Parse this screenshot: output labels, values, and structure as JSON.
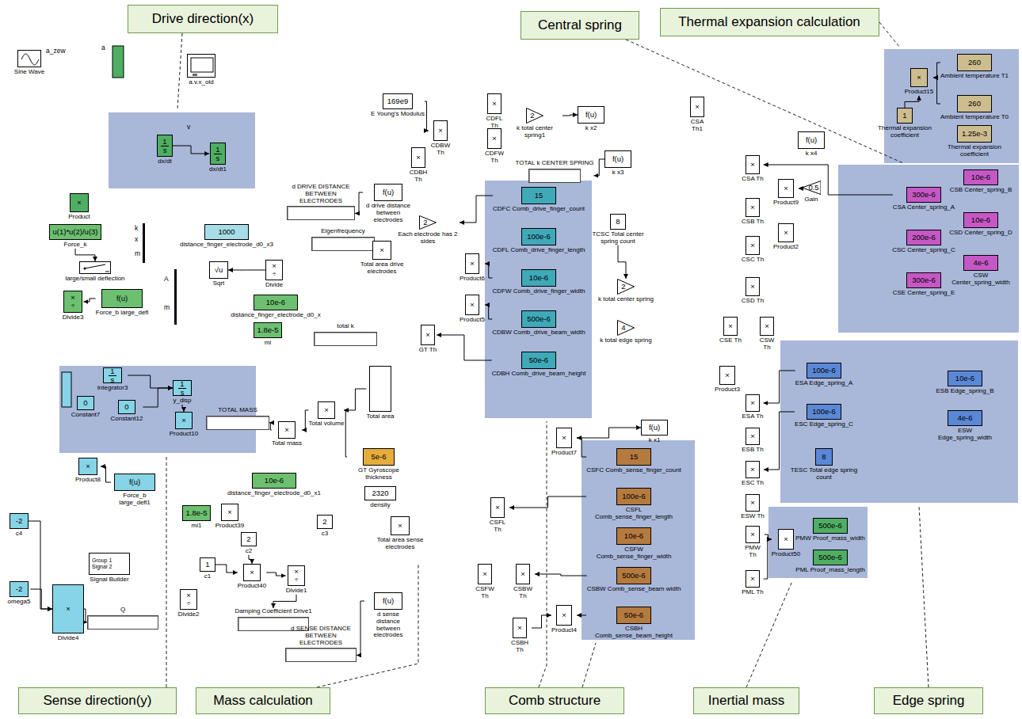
{
  "diagram": {
    "nodes": [
      {
        "text": [
          "Drive direction(x)"
        ]
      },
      {
        "text": [
          "Central spring"
        ]
      },
      {
        "text": [
          "Thermal expansion calculation"
        ]
      },
      {
        "text": [
          "Sine Wave"
        ]
      },
      {
        "text": [
          "a.v.x_old"
        ]
      },
      {
        "text": [
          "1",
          "s",
          "dx/dt"
        ]
      },
      {
        "text": [
          "1",
          "s",
          "dx/dt1"
        ]
      },
      {
        "text": [
          "×",
          "Product"
        ]
      },
      {
        "text": [
          "u(1)*u(2)/u(3)",
          "Force_k"
        ]
      },
      {
        "text": [
          "1000",
          "distance_finger_electrode_d0_x3"
        ]
      },
      {
        "text": [
          "large/small deflection"
        ]
      },
      {
        "text": [
          "f(u)",
          "Force_b large_defl"
        ]
      },
      {
        "text": [
          "×",
          "÷",
          "Divide3"
        ]
      },
      {
        "text": [
          "10e-6",
          "distance_finger_electrode_d0_x"
        ]
      },
      {
        "text": [
          "1.8e-5",
          "mi"
        ]
      },
      {
        "text": [
          "1",
          "s",
          "Integrator3"
        ]
      },
      {
        "text": [
          "0",
          "Constant7"
        ]
      },
      {
        "text": [
          "0",
          "Constant12"
        ]
      },
      {
        "text": [
          "1",
          "s",
          "y_disp"
        ]
      },
      {
        "text": [
          "×",
          "Product10"
        ]
      },
      {
        "text": [
          "TOTAL MASS"
        ]
      },
      {
        "text": [
          "×",
          "Total mass"
        ]
      },
      {
        "text": [
          "×",
          "Total volume"
        ]
      },
      {
        "text": [
          "Total area"
        ]
      },
      {
        "text": [
          "5e-6",
          "GT Gyroscope thickness"
        ]
      },
      {
        "text": [
          "2320",
          "density"
        ]
      },
      {
        "text": [
          "×",
          "Product8"
        ]
      },
      {
        "text": [
          "f(u)",
          "Force_b large_defl1"
        ]
      },
      {
        "text": [
          "10e-6",
          "distance_finger_electrode_d0_x1"
        ]
      },
      {
        "text": [
          "1.8e-5",
          "mi1"
        ]
      },
      {
        "text": [
          "×",
          "Product39"
        ]
      },
      {
        "text": [
          "2",
          "c3"
        ]
      },
      {
        "text": [
          "×",
          "Total area sense electrodes"
        ]
      },
      {
        "text": [
          "-2",
          "c4"
        ]
      },
      {
        "text": [
          "Group 1",
          "Signal 2",
          "Signal Builder"
        ]
      },
      {
        "text": [
          "2",
          "c2"
        ]
      },
      {
        "text": [
          "1",
          "c1"
        ]
      },
      {
        "text": [
          "×",
          "Product40"
        ]
      },
      {
        "text": [
          "×",
          "÷",
          "Divide1"
        ]
      },
      {
        "text": [
          "×",
          "÷",
          "Divide2"
        ]
      },
      {
        "text": [
          "-2",
          "omega5"
        ]
      },
      {
        "text": [
          "×",
          "Divide4"
        ]
      },
      {
        "text": [
          "Q"
        ]
      },
      {
        "text": [
          "Damping Coefficient Drive1"
        ]
      },
      {
        "text": [
          "f(u)",
          "d sense distance between electrodes"
        ]
      },
      {
        "text": [
          "d SENSE DISTANCE BETWEEN ELECTRODES"
        ]
      },
      {
        "text": [
          "total k"
        ]
      },
      {
        "text": [
          "√u",
          "Sqrt"
        ]
      },
      {
        "text": [
          "×",
          "÷",
          "Divide"
        ]
      },
      {
        "text": [
          "Eigenfrequency"
        ]
      },
      {
        "text": [
          "×",
          "Total area drive electrodes"
        ]
      },
      {
        "text": [
          "d DRIVE DISTANCE BETWEEN ELECTRODES"
        ]
      },
      {
        "text": [
          "f(u)",
          "d drive distance between electrodes"
        ]
      },
      {
        "text": [
          "2",
          "Each electrode has 2 sides"
        ]
      },
      {
        "text": [
          "169e9",
          "E Young's Modulus"
        ]
      },
      {
        "text": [
          "×",
          "CDBW Th"
        ]
      },
      {
        "text": [
          "×",
          "CDBH Th"
        ]
      },
      {
        "text": [
          "×",
          "CDFL Th"
        ]
      },
      {
        "text": [
          "×",
          "CDFW Th"
        ]
      },
      {
        "text": [
          "TOTAL k CENTER SPRING"
        ]
      },
      {
        "text": [
          "2",
          "k total center spring1"
        ]
      },
      {
        "text": [
          "f(u)",
          "k x2"
        ]
      },
      {
        "text": [
          "f(u)",
          "k x3"
        ]
      },
      {
        "text": [
          "8",
          "TCSC Total center spring count"
        ]
      },
      {
        "text": [
          "×",
          "CSA Th1"
        ]
      },
      {
        "text": [
          "f(u)",
          "k x4"
        ]
      },
      {
        "text": [
          "15",
          "CDFC Comb_drive_finger_count"
        ]
      },
      {
        "text": [
          "100e-6",
          "CDFL Comb_drive_finger_length"
        ]
      },
      {
        "text": [
          "10e-6",
          "CDFW Comb_drive_finger_width"
        ]
      },
      {
        "text": [
          "500e-6",
          "CDBW Comb_drive_beam_width"
        ]
      },
      {
        "text": [
          "50e-6",
          "CDBH Comb_drive_beam_height"
        ]
      },
      {
        "text": [
          "×",
          "Product6"
        ]
      },
      {
        "text": [
          "×",
          "Product5"
        ]
      },
      {
        "text": [
          "×",
          "GT Th"
        ]
      },
      {
        "text": [
          "2",
          "k total center spring"
        ]
      },
      {
        "text": [
          "4",
          "k total edge spring"
        ]
      },
      {
        "text": [
          "×",
          "Product15"
        ]
      },
      {
        "text": [
          "260",
          "Ambient temperature T1"
        ]
      },
      {
        "text": [
          "260",
          "Ambient temperature T0"
        ]
      },
      {
        "text": [
          "1",
          "Thermal expansion coefficient"
        ]
      },
      {
        "text": [
          "1.25e-3",
          "Thermal expansion coefficient"
        ]
      },
      {
        "text": [
          "300e-6",
          "CSA Center_spring_A"
        ]
      },
      {
        "text": [
          "10e-6",
          "CSB Center_spring_B"
        ]
      },
      {
        "text": [
          "200e-6",
          "CSC Center_spring_C"
        ]
      },
      {
        "text": [
          "10e-6",
          "CSD Center_spring_D"
        ]
      },
      {
        "text": [
          "300e-6",
          "CSE Center_spring_E"
        ]
      },
      {
        "text": [
          "4e-6",
          "CSW Center_spring_width"
        ]
      },
      {
        "text": [
          "0.5",
          "Gain"
        ]
      },
      {
        "text": [
          "×",
          "Product9"
        ]
      },
      {
        "text": [
          "×",
          "Product2"
        ]
      },
      {
        "text": [
          "×",
          "CSA Th"
        ]
      },
      {
        "text": [
          "×",
          "CSB Th"
        ]
      },
      {
        "text": [
          "×",
          "CSC Th"
        ]
      },
      {
        "text": [
          "×",
          "CSD Th"
        ]
      },
      {
        "text": [
          "×",
          "CSE Th"
        ]
      },
      {
        "text": [
          "×",
          "CSW Th"
        ]
      },
      {
        "text": [
          "100e-6",
          "ESA Edge_spring_A"
        ]
      },
      {
        "text": [
          "10e-6",
          "ESB Edge_spring_B"
        ]
      },
      {
        "text": [
          "100e-6",
          "ESC Edge_spring_C"
        ]
      },
      {
        "text": [
          "4e-6",
          "ESW Edge_spring_width"
        ]
      },
      {
        "text": [
          "8",
          "TESC Total edge spring count"
        ]
      },
      {
        "text": [
          "×",
          "Product3"
        ]
      },
      {
        "text": [
          "×",
          "ESA Th"
        ]
      },
      {
        "text": [
          "×",
          "ESB Th"
        ]
      },
      {
        "text": [
          "×",
          "ESC Th"
        ]
      },
      {
        "text": [
          "×",
          "ESW Th"
        ]
      },
      {
        "text": [
          "500e-6",
          "PMW Proof_mass_width"
        ]
      },
      {
        "text": [
          "500e-6",
          "PML Proof_mass_length"
        ]
      },
      {
        "text": [
          "×",
          "Product50"
        ]
      },
      {
        "text": [
          "×",
          "PMW Th"
        ]
      },
      {
        "text": [
          "×",
          "PML Th"
        ]
      },
      {
        "text": [
          "f(u)",
          "k x1"
        ]
      },
      {
        "text": [
          "15",
          "CSFC Comb_sense_finger_count"
        ]
      },
      {
        "text": [
          "100e-6",
          "CSFL Comb_sense_finger_length"
        ]
      },
      {
        "text": [
          "10e-6",
          "CSFW Comb_sense_finger_width"
        ]
      },
      {
        "text": [
          "500e-6",
          "CSBW Comb_sense_beam width"
        ]
      },
      {
        "text": [
          "50e-6",
          "CSBH Comb_sense_beam_height"
        ]
      },
      {
        "text": [
          "×",
          "Product7"
        ]
      },
      {
        "text": [
          "×",
          "CSFL Th"
        ]
      },
      {
        "text": [
          "×",
          "CSFW Th"
        ]
      },
      {
        "text": [
          "×",
          "CSBW Th"
        ]
      },
      {
        "text": [
          "×",
          "CSBH Th"
        ]
      },
      {
        "text": [
          "×",
          "Product4"
        ]
      },
      {
        "text": [
          "Sense direction(y)"
        ]
      },
      {
        "text": [
          "Mass calculation"
        ]
      },
      {
        "text": [
          "Comb structure"
        ]
      },
      {
        "text": [
          "Inertial mass"
        ]
      },
      {
        "text": [
          "Edge spring"
        ]
      }
    ],
    "edges": [
      {
        "from": 5,
        "to": 6,
        "arrow": "to"
      },
      {
        "from": 8,
        "to": 10,
        "arrow": "to"
      },
      {
        "from": 11,
        "to": 12,
        "arrow": "to"
      },
      {
        "from": 15,
        "to": 18,
        "arrow": "to"
      },
      {
        "from": 17,
        "to": 18,
        "arrow": "to"
      },
      {
        "from": 18,
        "to": 19,
        "arrow": "to"
      },
      {
        "from": 27,
        "to": 26,
        "arrow": "to"
      },
      {
        "from": 48,
        "to": 47,
        "arrow": "to"
      },
      {
        "from": 52,
        "to": 51,
        "arrow": "to"
      },
      {
        "from": 54,
        "to": 55,
        "arrow": "to"
      },
      {
        "from": 66,
        "to": 53,
        "arrow": "to"
      },
      {
        "from": 68,
        "to": 71,
        "arrow": "to"
      },
      {
        "from": 69,
        "to": 72,
        "arrow": "to"
      },
      {
        "from": 70,
        "to": 73,
        "arrow": "to"
      },
      {
        "from": 60,
        "to": 61,
        "arrow": "to"
      },
      {
        "from": 62,
        "to": 59,
        "arrow": "to"
      },
      {
        "from": 63,
        "to": 74,
        "arrow": "to"
      },
      {
        "from": 77,
        "to": 76,
        "arrow": "to"
      },
      {
        "from": 78,
        "to": 76,
        "arrow": "to"
      },
      {
        "from": 79,
        "to": 76,
        "arrow": "to"
      },
      {
        "from": 81,
        "to": 90,
        "arrow": "to"
      },
      {
        "from": 87,
        "to": 88,
        "arrow": "to"
      },
      {
        "from": 96,
        "to": 102,
        "arrow": "to"
      },
      {
        "from": 98,
        "to": 104,
        "arrow": "to"
      },
      {
        "from": 109,
        "to": 108,
        "arrow": "to"
      },
      {
        "from": 110,
        "to": 108,
        "arrow": "to"
      },
      {
        "from": 112,
        "to": 117,
        "arrow": "to"
      },
      {
        "from": 113,
        "to": 118,
        "arrow": "to"
      },
      {
        "from": 115,
        "to": 120,
        "arrow": "to"
      },
      {
        "from": 116,
        "to": 122,
        "arrow": "to"
      },
      {
        "from": 121,
        "to": 122,
        "arrow": "to"
      },
      {
        "from": 117,
        "to": 111,
        "arrow": "to"
      },
      {
        "from": 23,
        "to": 22,
        "arrow": "to"
      },
      {
        "from": 22,
        "to": 21,
        "arrow": "to"
      },
      {
        "from": 21,
        "to": 20,
        "arrow": "to"
      },
      {
        "from": 24,
        "to": 22,
        "arrow": "to"
      },
      {
        "from": 36,
        "to": 37,
        "arrow": "to"
      },
      {
        "from": 35,
        "to": 37,
        "arrow": "to"
      },
      {
        "from": 37,
        "to": 38,
        "arrow": "to"
      },
      {
        "from": 38,
        "to": 43,
        "arrow": "to"
      },
      {
        "from": 40,
        "to": 41,
        "arrow": "to"
      },
      {
        "from": 33,
        "to": 41,
        "arrow": "to"
      },
      {
        "from": 41,
        "to": 42,
        "arrow": "to"
      },
      {
        "from": 44,
        "to": 45,
        "arrow": "to"
      }
    ],
    "labels": [
      "a_zew",
      "a",
      "v",
      "k",
      "x",
      "m",
      "A",
      "m"
    ]
  }
}
